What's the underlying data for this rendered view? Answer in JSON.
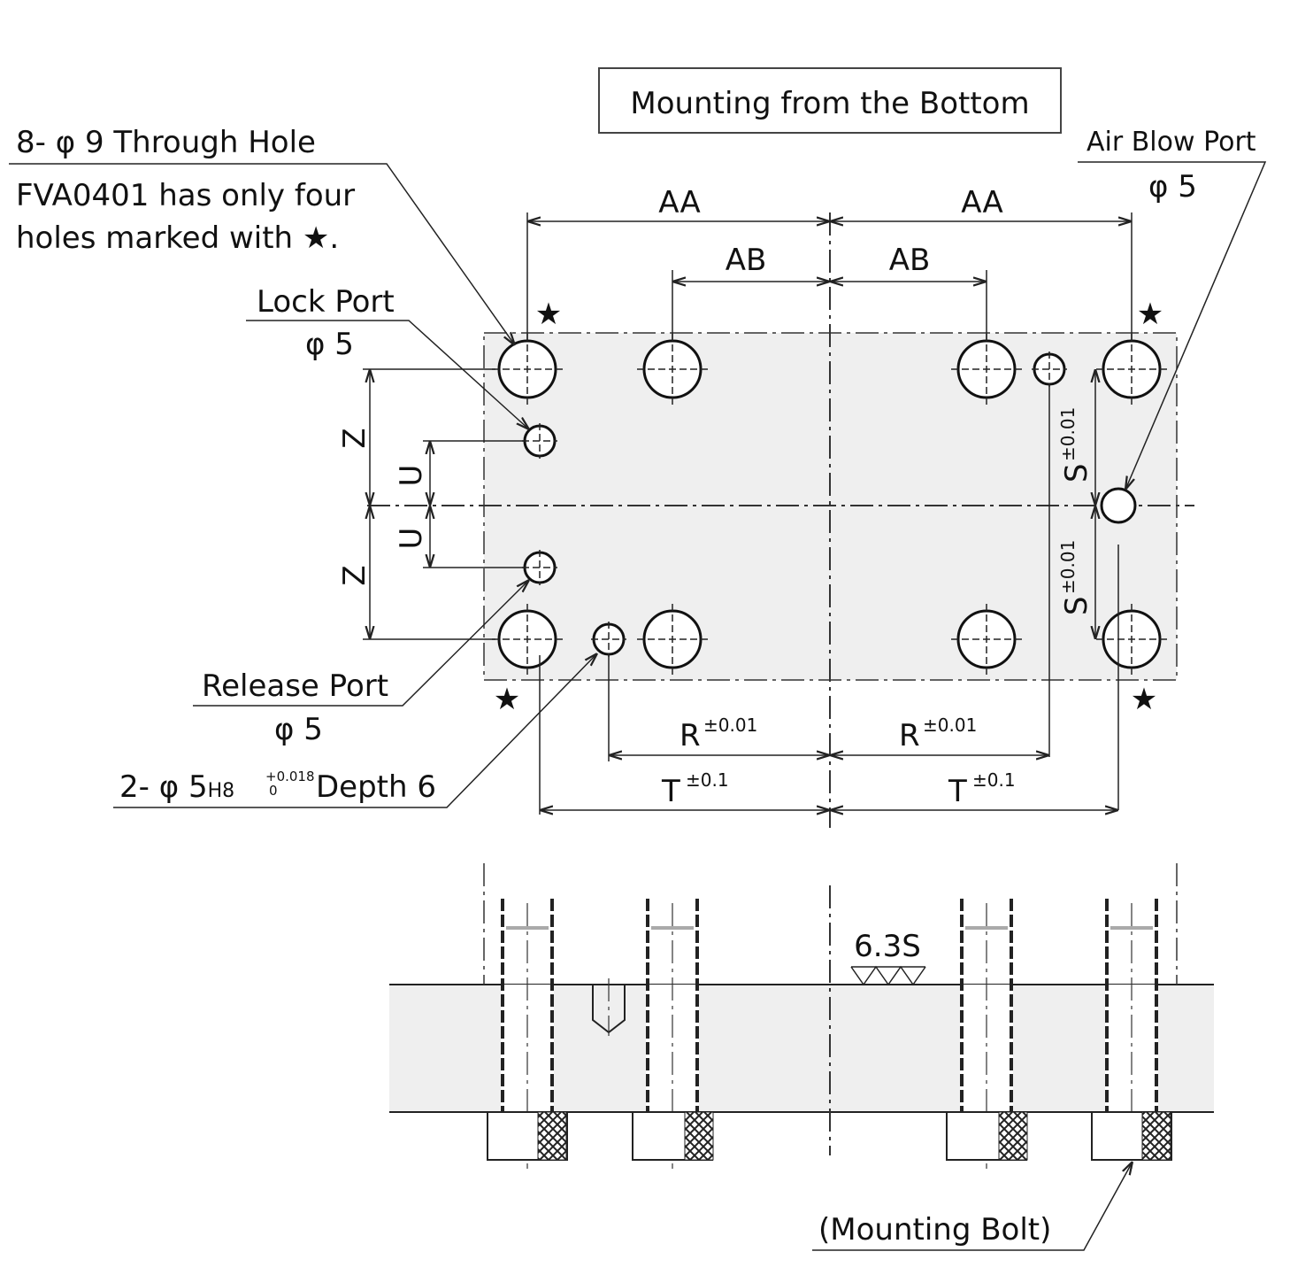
{
  "title": "Mounting from the Bottom",
  "through_hole": {
    "label": "8- φ 9 Through Hole",
    "note_line1": "FVA0401 has only four",
    "note_line2": "holes marked with ★."
  },
  "lock_port": {
    "label": "Lock Port",
    "size": "φ 5"
  },
  "release_port": {
    "label": "Release Port",
    "size": "φ 5"
  },
  "pin_hole": {
    "prefix": "2- φ 5",
    "fit": "H8",
    "tol_upper": "+0.018",
    "tol_lower": "0",
    "suffix": "Depth 6"
  },
  "air_blow_port": {
    "label": "Air Blow Port",
    "size": "φ 5"
  },
  "dimensions": {
    "aa": "AA",
    "ab": "AB",
    "z": "Z",
    "u": "U",
    "s": "S",
    "s_tol": "±0.01",
    "r": "R",
    "r_tol": "±0.01",
    "t": "T",
    "t_tol": "±0.1"
  },
  "star": "★",
  "surface_finish": "6.3S",
  "mounting_bolt": "(Mounting Bolt)"
}
